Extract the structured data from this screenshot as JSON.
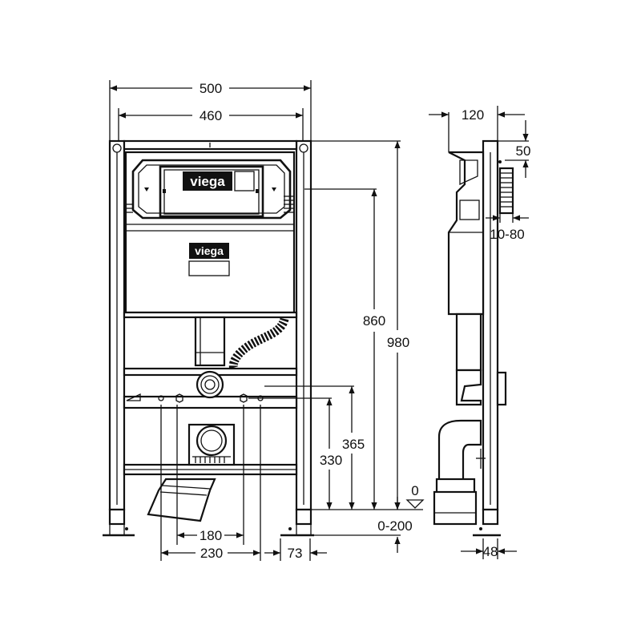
{
  "brand": {
    "logo_text": "viega"
  },
  "dimensions": {
    "frame_width": "500",
    "inner_width": "460",
    "depth": "120",
    "top_offset": "50",
    "fitting_range": "10-80",
    "height_860": "860",
    "height_980": "980",
    "height_365": "365",
    "height_330": "330",
    "floor_level": "0",
    "floor_range": "0-200",
    "spacing_180": "180",
    "spacing_230": "230",
    "foot_73": "73",
    "profile_48": "48"
  },
  "colors": {
    "line": "#111111",
    "background": "#ffffff"
  }
}
